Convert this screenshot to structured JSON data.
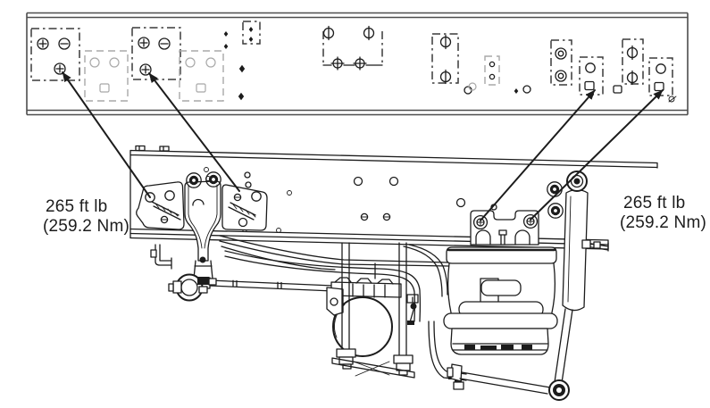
{
  "labels": {
    "left": {
      "line1": "265 ft lb",
      "line2": "(259.2 Nm)"
    },
    "right": {
      "line1": "265 ft lb",
      "line2": "(259.2 Nm)"
    }
  },
  "colors": {
    "ink": "#1c1c1c",
    "faint": "#a8a8a8",
    "paper": "#ffffff"
  }
}
